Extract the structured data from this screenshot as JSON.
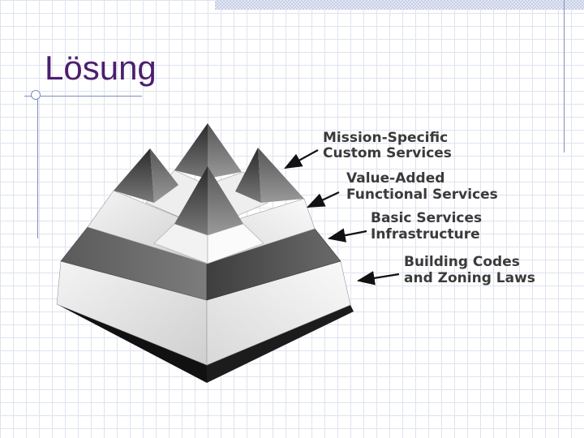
{
  "slide": {
    "title": "Lösung"
  },
  "diagram": {
    "labels": [
      {
        "id": "mission",
        "lines": [
          "Mission-Specific",
          "Custom Services"
        ]
      },
      {
        "id": "value",
        "lines": [
          "Value-Added",
          "Functional Services"
        ]
      },
      {
        "id": "basic",
        "lines": [
          "Basic Services",
          "Infrastructure"
        ]
      },
      {
        "id": "building",
        "lines": [
          "Building Codes",
          "and Zoning Laws"
        ]
      }
    ]
  },
  "colors": {
    "title": "#4b1f6f",
    "rule": "#7f8cbf",
    "label": "#3a3a3a"
  }
}
